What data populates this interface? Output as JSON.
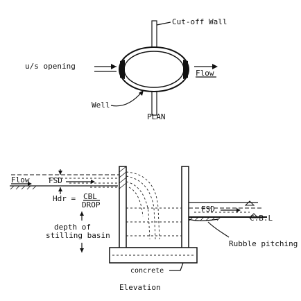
{
  "plan": {
    "cutoff_wall_label": "Cut-off Wall",
    "us_opening_label": "u/s opening",
    "flow_label": "Flow",
    "well_label": "Well",
    "title": "PLAN"
  },
  "elevation": {
    "flow_label": "Flow",
    "fsd_upstream_label": "FSD",
    "hdr_label": "Hdr =",
    "cbl_label": "CBL",
    "drop_label": "DROP",
    "depth_label_line1": "depth of",
    "depth_label_line2": "stilling basin",
    "fsd_downstream_label": "FSD",
    "cbl_downstream_label": "C.B.L",
    "rubble_label": "Rubble pitching",
    "concrete_label": "concrete",
    "title": "Elevation"
  }
}
